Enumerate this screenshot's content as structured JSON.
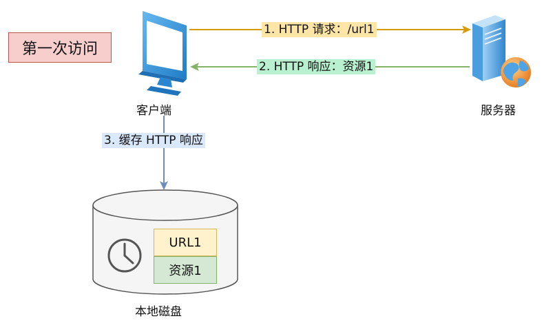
{
  "title": "第一次访问",
  "nodes": {
    "client": "客户端",
    "server": "服务器",
    "disk": "本地磁盘"
  },
  "edges": {
    "request": "1. HTTP 请求：/url1",
    "response": "2. HTTP 响应：资源1",
    "cache": "3. 缓存 HTTP 响应"
  },
  "cache_entry": {
    "key": "URL1",
    "value": "资源1"
  },
  "colors": {
    "request_arrow": "#d79b00",
    "request_label_bg": "#ffe6a6",
    "response_arrow": "#82b366",
    "response_label_bg": "#b9f0cf",
    "cache_arrow": "#6c8ebf",
    "cache_label_bg": "#dae8fc",
    "title_bg": "#f8cecc"
  }
}
